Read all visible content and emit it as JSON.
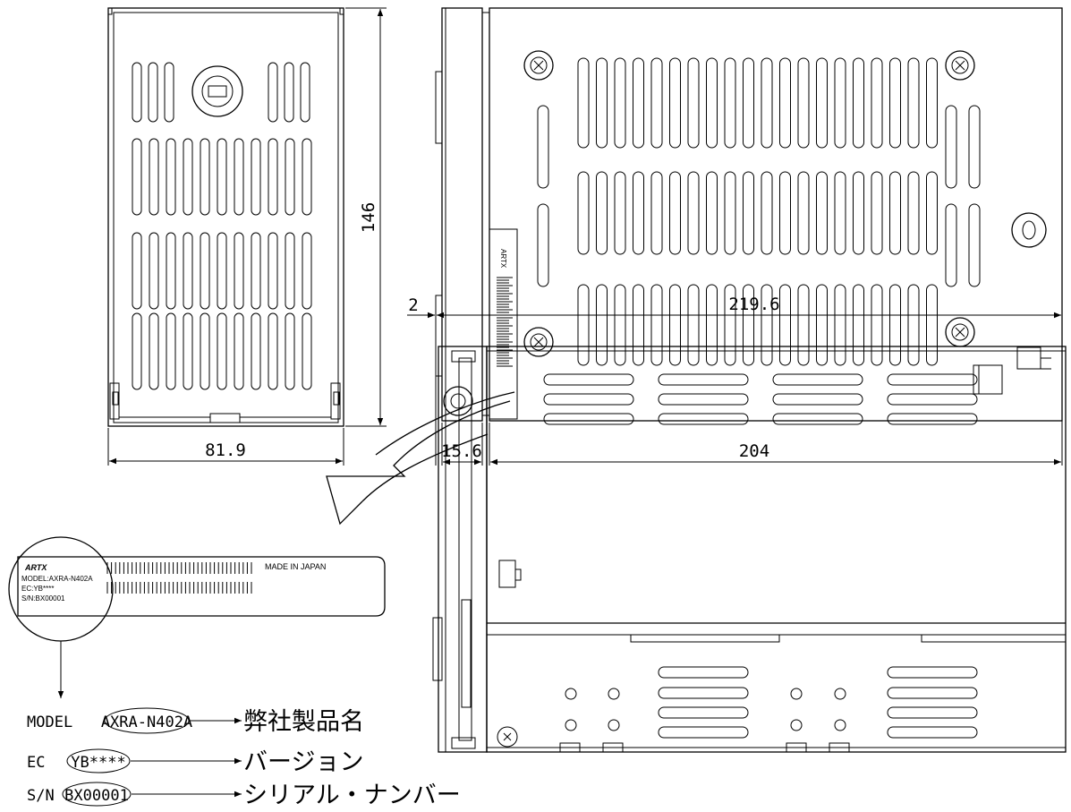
{
  "dimensions": {
    "front_height": "146",
    "front_width": "81.9",
    "side_front_depth": "15.6",
    "side_body_length": "204",
    "side_offset": "2",
    "side_total_length": "219.6"
  },
  "label_sticker": {
    "brand": "ARTX",
    "model_line": "MODEL:AXRA-N402A",
    "ec_line": "EC:YB****",
    "sn_line": "S/N:BX00001",
    "made_in": "MADE IN JAPAN",
    "side_brand": "ARTX"
  },
  "legend": {
    "model_prefix": "MODEL",
    "model_value": "AXRA-N402A",
    "model_desc": "弊社製品名",
    "ec_prefix": "EC",
    "ec_value": "YB****",
    "ec_desc": "バージョン",
    "sn_prefix": "S/N",
    "sn_value": "BX00001",
    "sn_desc": "シリアル・ナンバー"
  }
}
